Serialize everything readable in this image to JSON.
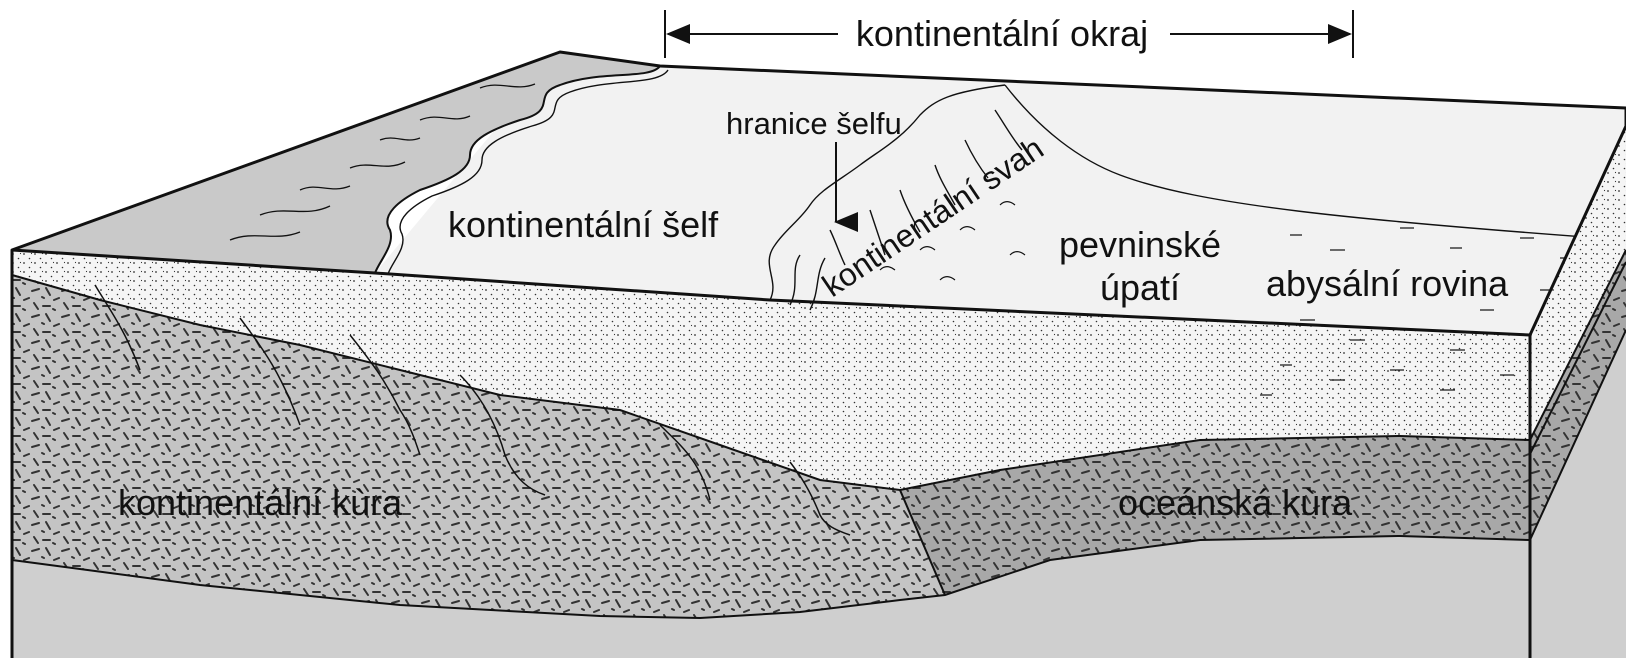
{
  "labels": {
    "margin": "kontinentální okraj",
    "shelf_break": "hranice šelfu",
    "shelf": "kontinentální šelf",
    "slope": "kontinentální svah",
    "rise_line1": "pevninské",
    "rise_line2": "úpatí",
    "abyssal_plain": "abysální rovina",
    "continental_crust": "kontinentální kùra",
    "oceanic_crust": "oceánská kùra"
  },
  "colors": {
    "land": "#c9c9c9",
    "sea_floor": "#f2f2f2",
    "sediment": "#f5f5f5",
    "continental_crust": "#c4c4c4",
    "oceanic_crust": "#a8a8a8",
    "mantle": "#cfcfcf",
    "line": "#111111"
  }
}
